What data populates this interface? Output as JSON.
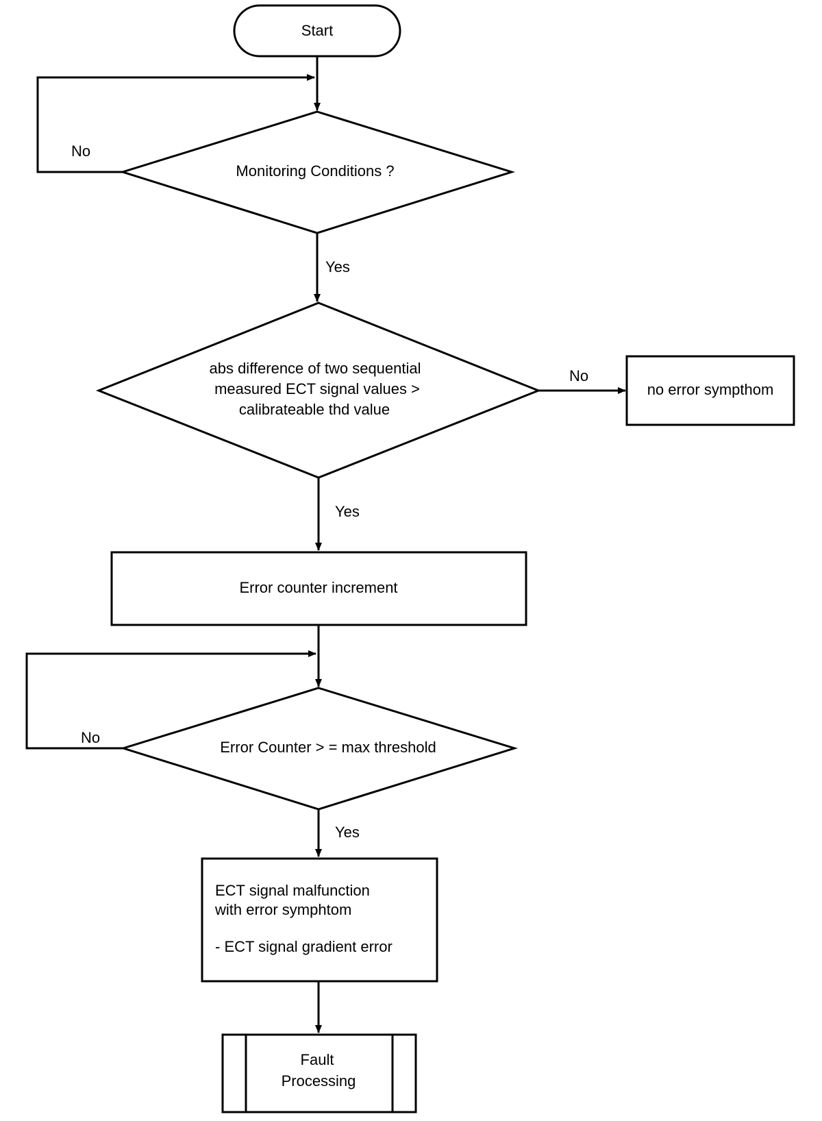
{
  "flowchart": {
    "nodes": {
      "start": {
        "label": "Start"
      },
      "monitoring": {
        "label": "Monitoring Conditions ?"
      },
      "abs_diff": {
        "lines": [
          "abs difference of two sequential",
          "measured ECT signal values >",
          "calibrateable thd value"
        ]
      },
      "no_error": {
        "label": "no error sympthom"
      },
      "increment": {
        "label": "Error counter increment"
      },
      "counter_check": {
        "label": "Error Counter > = max threshold"
      },
      "malfunction": {
        "lines": [
          "ECT signal malfunction",
          "with error symphtom",
          "",
          "- ECT signal gradient error"
        ]
      },
      "fault": {
        "lines": [
          "Fault",
          "Processing"
        ]
      }
    },
    "edges": {
      "monitoring_no": "No",
      "monitoring_yes": "Yes",
      "abs_diff_no": "No",
      "abs_diff_yes": "Yes",
      "counter_no": "No",
      "counter_yes": "Yes"
    }
  }
}
